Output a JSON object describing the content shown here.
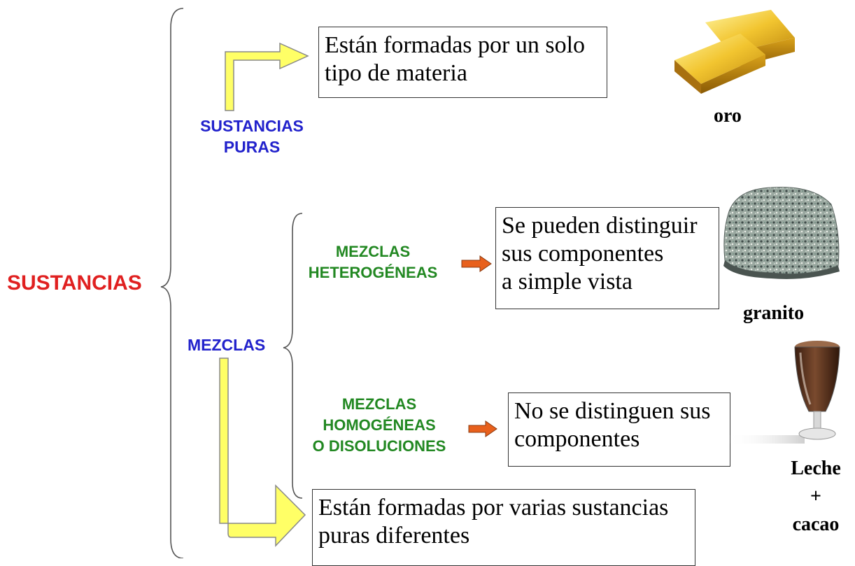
{
  "root": {
    "label": "SUSTANCIAS",
    "color": "#e02020"
  },
  "pure": {
    "label_line1": "SUSTANCIAS",
    "label_line2": "PURAS",
    "color": "#2222cc",
    "description_line1": "Están formadas por un solo",
    "description_line2": "tipo de materia",
    "example_icon": "gold-bars-icon",
    "example_label": "oro"
  },
  "mixtures": {
    "label": "MEZCLAS",
    "color": "#2222cc",
    "description_line1": "Están formadas por varias sustancias",
    "description_line2": "puras diferentes",
    "heterogeneous": {
      "label_line1": "MEZCLAS",
      "label_line2": "HETEROGÉNEAS",
      "color": "#228822",
      "description_line1": "Se pueden distinguir",
      "description_line2": "sus componentes",
      "description_line3": "a simple vista",
      "example_icon": "granite-rock-icon",
      "example_label": "granito"
    },
    "homogeneous": {
      "label_line1": "MEZCLAS",
      "label_line2": "HOMOGÉNEAS",
      "label_line3": "O DISOLUCIONES",
      "color": "#228822",
      "description_line1": "No se distinguen sus",
      "description_line2": "componentes",
      "example_icon": "chocolate-milk-glass-icon",
      "example_label_line1": "Leche",
      "example_label_line2": "+",
      "example_label_line3": "cacao"
    }
  },
  "colors": {
    "arrow_yellow": "#ffff66",
    "arrow_orange": "#e8601c"
  }
}
